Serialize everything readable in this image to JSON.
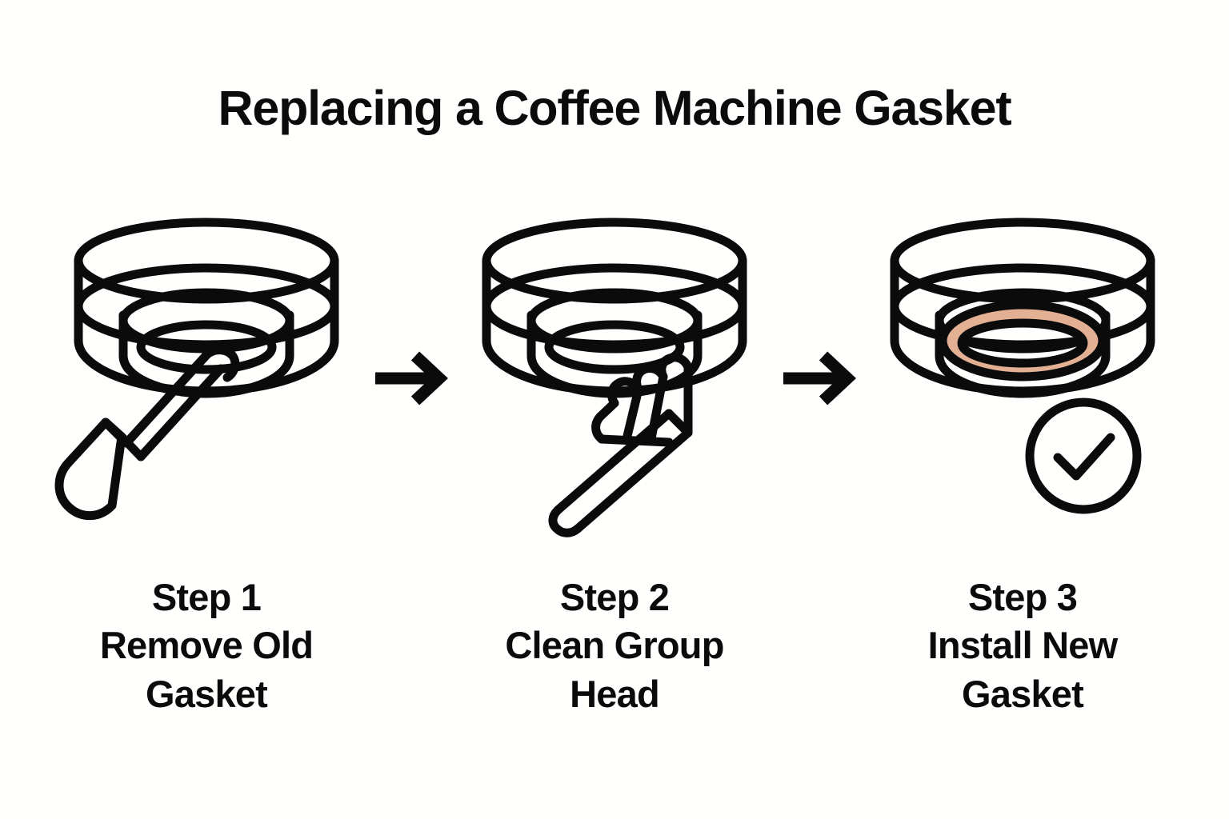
{
  "page": {
    "title": "Replacing a Coffee Machine Gasket",
    "background_color": "#FFFFFD",
    "ink_color": "#0B0B0B",
    "gasket_color": "#E3B094"
  },
  "steps": [
    {
      "number_label": "Step 1",
      "caption_line_2": "Remove Old",
      "caption_line_3": "Gasket",
      "illustration": "group-head-with-screwdriver",
      "icons": [
        "group-head-icon",
        "screwdriver-icon"
      ],
      "gasket_present": false
    },
    {
      "number_label": "Step 2",
      "caption_line_2": "Clean Group",
      "caption_line_3": "Head",
      "illustration": "group-head-with-brush",
      "icons": [
        "group-head-icon",
        "brush-icon"
      ],
      "gasket_present": false
    },
    {
      "number_label": "Step 3",
      "caption_line_2": "Install New",
      "caption_line_3": "Gasket",
      "illustration": "group-head-with-new-gasket",
      "icons": [
        "group-head-icon",
        "gasket-ring-icon",
        "check-circle-icon"
      ],
      "gasket_present": true
    }
  ],
  "arrows": [
    {
      "glyph": "arrow-right-icon"
    },
    {
      "glyph": "arrow-right-icon"
    }
  ]
}
